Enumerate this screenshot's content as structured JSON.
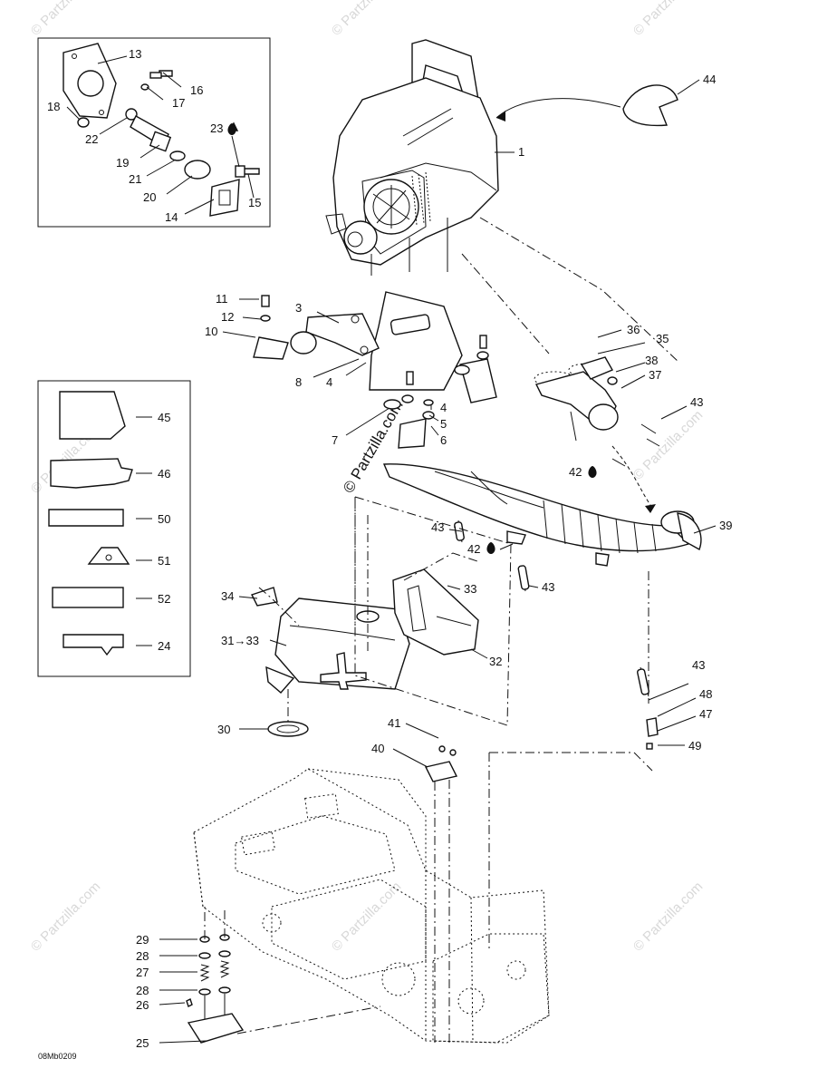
{
  "diagram": {
    "drawing_code": "08Mb0209",
    "watermark_text": "© Partzilla.com",
    "callouts": [
      {
        "id": "c1",
        "text": "1"
      },
      {
        "id": "c3",
        "text": "3"
      },
      {
        "id": "c4a",
        "text": "4"
      },
      {
        "id": "c4b",
        "text": "4"
      },
      {
        "id": "c5",
        "text": "5"
      },
      {
        "id": "c6",
        "text": "6"
      },
      {
        "id": "c7",
        "text": "7"
      },
      {
        "id": "c8",
        "text": "8"
      },
      {
        "id": "c10",
        "text": "10"
      },
      {
        "id": "c11",
        "text": "11"
      },
      {
        "id": "c12",
        "text": "12"
      },
      {
        "id": "c13",
        "text": "13"
      },
      {
        "id": "c14",
        "text": "14"
      },
      {
        "id": "c15",
        "text": "15"
      },
      {
        "id": "c16",
        "text": "16"
      },
      {
        "id": "c17",
        "text": "17"
      },
      {
        "id": "c18",
        "text": "18"
      },
      {
        "id": "c19",
        "text": "19"
      },
      {
        "id": "c20",
        "text": "20"
      },
      {
        "id": "c21",
        "text": "21"
      },
      {
        "id": "c22",
        "text": "22"
      },
      {
        "id": "c23",
        "text": "23"
      },
      {
        "id": "c24",
        "text": "24"
      },
      {
        "id": "c25",
        "text": "25"
      },
      {
        "id": "c26",
        "text": "26"
      },
      {
        "id": "c27",
        "text": "27"
      },
      {
        "id": "c28a",
        "text": "28"
      },
      {
        "id": "c28b",
        "text": "28"
      },
      {
        "id": "c29",
        "text": "29"
      },
      {
        "id": "c30",
        "text": "30"
      },
      {
        "id": "c31",
        "text": "31→33"
      },
      {
        "id": "c32",
        "text": "32"
      },
      {
        "id": "c33",
        "text": "33"
      },
      {
        "id": "c34",
        "text": "34"
      },
      {
        "id": "c35",
        "text": "35"
      },
      {
        "id": "c36",
        "text": "36"
      },
      {
        "id": "c37",
        "text": "37"
      },
      {
        "id": "c38",
        "text": "38"
      },
      {
        "id": "c39",
        "text": "39"
      },
      {
        "id": "c40",
        "text": "40"
      },
      {
        "id": "c41",
        "text": "41"
      },
      {
        "id": "c42a",
        "text": "42"
      },
      {
        "id": "c42b",
        "text": "42"
      },
      {
        "id": "c43a",
        "text": "43"
      },
      {
        "id": "c43b",
        "text": "43"
      },
      {
        "id": "c43c",
        "text": "43"
      },
      {
        "id": "c43d",
        "text": "43"
      },
      {
        "id": "c44",
        "text": "44"
      },
      {
        "id": "c45",
        "text": "45"
      },
      {
        "id": "c46",
        "text": "46"
      },
      {
        "id": "c47",
        "text": "47"
      },
      {
        "id": "c48",
        "text": "48"
      },
      {
        "id": "c49",
        "text": "49"
      },
      {
        "id": "c50",
        "text": "50"
      },
      {
        "id": "c51",
        "text": "51"
      },
      {
        "id": "c52",
        "text": "52"
      }
    ]
  }
}
